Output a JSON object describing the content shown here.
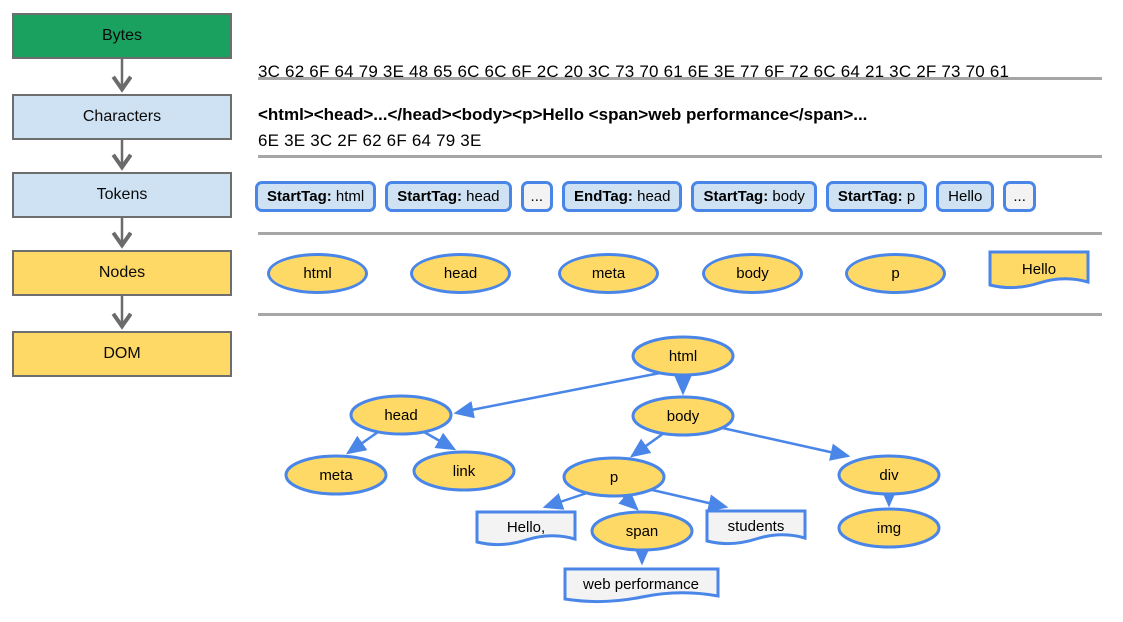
{
  "pipeline": {
    "stages": [
      {
        "label": "Bytes"
      },
      {
        "label": "Characters"
      },
      {
        "label": "Tokens"
      },
      {
        "label": "Nodes"
      },
      {
        "label": "DOM"
      }
    ]
  },
  "bytes": {
    "line1": "3C 62 6F 64 79 3E 48 65 6C 6C 6F 2C 20 3C 73 70 61 6E 3E 77 6F 72 6C 64 21 3C 2F 73 70 61",
    "line2": "6E 3E 3C 2F 62 6F 64 79 3E"
  },
  "characters": {
    "text": "<html><head>...</head><body><p>Hello <span>web performance</span>..."
  },
  "tokens": [
    {
      "bold": "StartTag:",
      "text": " html"
    },
    {
      "bold": "StartTag:",
      "text": " head"
    },
    {
      "bold": "",
      "text": "..."
    },
    {
      "bold": "EndTag:",
      "text": " head"
    },
    {
      "bold": "StartTag:",
      "text": " body"
    },
    {
      "bold": "StartTag:",
      "text": " p"
    },
    {
      "bold": "",
      "text": "Hello"
    },
    {
      "bold": "",
      "text": "..."
    }
  ],
  "nodes_row": {
    "items": [
      "html",
      "head",
      "meta",
      "body",
      "p"
    ],
    "doc_label": "Hello"
  },
  "dom_tree": {
    "html": "html",
    "head": "head",
    "body": "body",
    "meta": "meta",
    "link": "link",
    "p": "p",
    "div": "div",
    "img": "img",
    "span": "span",
    "text_hello": "Hello,",
    "text_students": "students",
    "text_webperf": "web performance"
  },
  "colors": {
    "stage_green": "#1aa05f",
    "light_blue_fill": "#cfe2f3",
    "yellow_fill": "#ffd966",
    "blue_border": "#4a86e8",
    "white_fill": "#f3f3f3",
    "divider_gray": "#a6a6a6",
    "arrow_gray": "#6b6b6b"
  }
}
